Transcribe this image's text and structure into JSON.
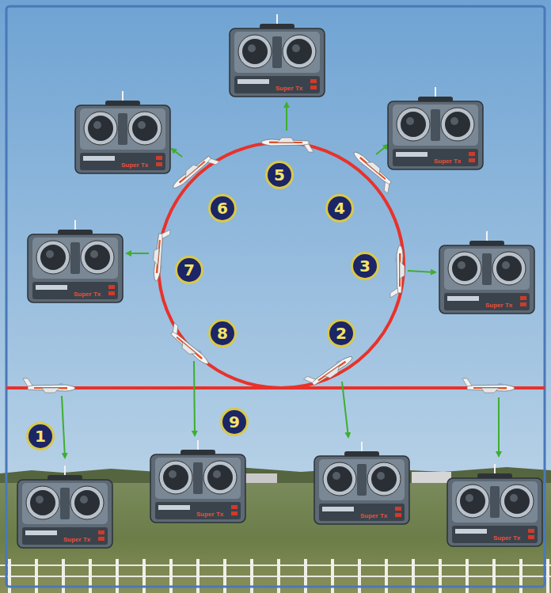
{
  "diagram": {
    "labels": [
      "1",
      "2",
      "3",
      "4",
      "5",
      "6",
      "7",
      "8",
      "9",
      "Super Tx",
      "Super Tx",
      "Super Tx",
      "Super Tx",
      "Super Tx",
      "Super Tx",
      "Super Tx",
      "Super Tx",
      "Super Tx"
    ]
  }
}
